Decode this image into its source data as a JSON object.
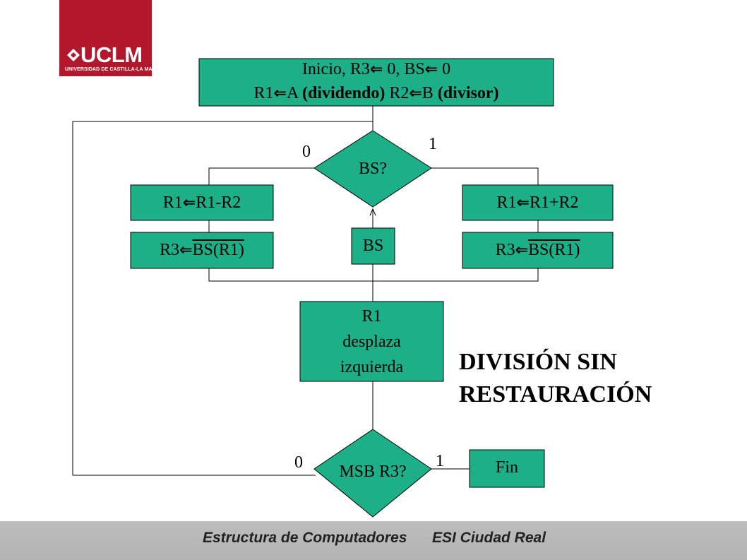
{
  "logo": {
    "text": "UCLM",
    "subtitle": "UNIVERSIDAD DE CASTILLA-LA MANCHA"
  },
  "flowchart": {
    "start": {
      "line1": "Inicio, R3",
      "line1_mid": " 0, BS",
      "line1_end": " 0",
      "line2_a": "R1",
      "line2_b": "A ",
      "line2_b_bold": "(dividendo)",
      "line2_c": "  R2",
      "line2_d": "B ",
      "line2_d_bold": "(divisor)"
    },
    "decision_bs": "BS?",
    "decision_bs_zero": "0",
    "decision_bs_one": "1",
    "left_op": {
      "pre": "R1",
      "post": "R1-R2"
    },
    "left_assign": {
      "pre": "R3",
      "post": "BS(R1)"
    },
    "right_op": {
      "pre": "R1",
      "post": "R1+R2"
    },
    "right_assign": {
      "pre": "R3",
      "post": "BS(R1)"
    },
    "bs_box": "BS",
    "shift_box": [
      "R1",
      "desplaza",
      "izquierda"
    ],
    "decision_msb": "MSB R3?",
    "decision_msb_zero": "0",
    "decision_msb_one": "1",
    "end": "Fin"
  },
  "arrow_glyph": "⇐",
  "slide_title": [
    "DIVISIÓN SIN",
    "RESTAURACIÓN"
  ],
  "footer": {
    "left": "Estructura de Computadores",
    "right": "ESI Ciudad Real"
  },
  "colors": {
    "box_fill": "#1db088",
    "logo_red": "#b2172b",
    "footer_gray": "#b8b8b8"
  }
}
